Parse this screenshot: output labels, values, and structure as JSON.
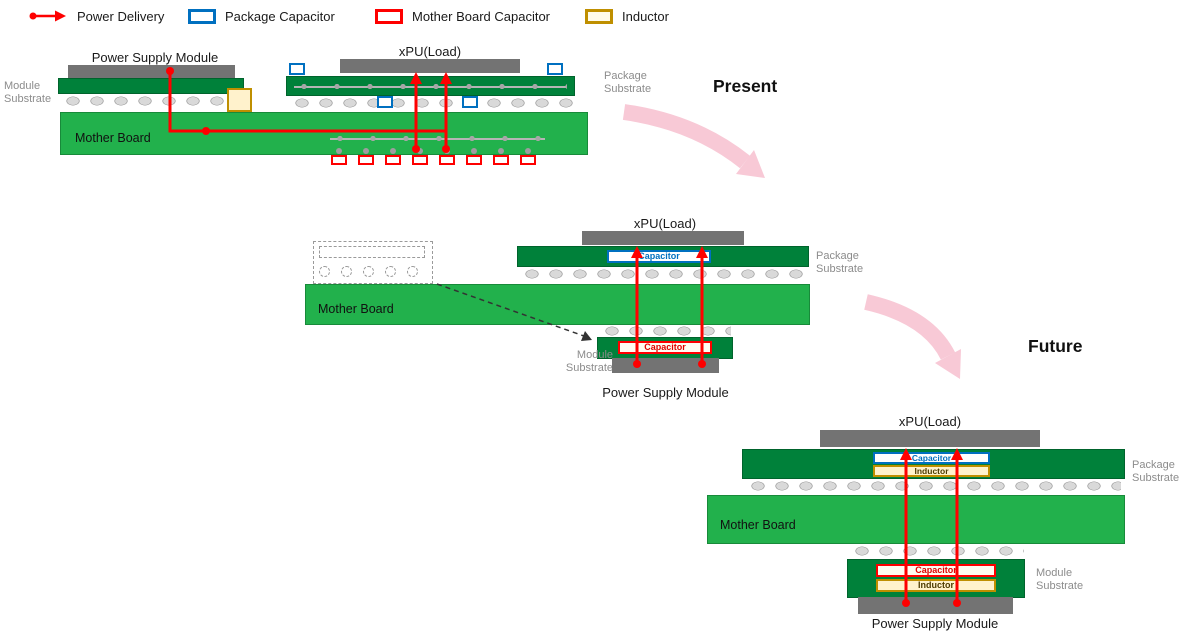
{
  "legend": {
    "items": [
      {
        "id": "power-delivery",
        "label": "Power Delivery"
      },
      {
        "id": "package-capacitor",
        "label": "Package Capacitor"
      },
      {
        "id": "mother-board-capacitor",
        "label": "Mother Board Capacitor"
      },
      {
        "id": "inductor",
        "label": "Inductor"
      }
    ]
  },
  "headings": {
    "present": "Present",
    "future": "Future"
  },
  "labels": {
    "xpu_load": "xPU(Load)",
    "power_supply_module": "Power Supply Module",
    "mother_board": "Mother Board",
    "module_substrate": "Module Substrate",
    "package_substrate": "Package Substrate",
    "capacitor": "Capacitor",
    "inductor": "Inductor"
  },
  "colors": {
    "power_delivery": "#fe0000",
    "package_capacitor": "#0070c0",
    "mother_board_capacitor": "#fe0000",
    "inductor_border": "#bf8f00",
    "inductor_fill": "#fff2cc",
    "mother_board_green": "#22b14c",
    "substrate_green": "#00813a",
    "chip_gray": "#737373",
    "solder_ball_gray": "#d9d9d9",
    "label_gray": "#8c8c8c",
    "flow_arrow_pink": "#f8c9d6"
  }
}
